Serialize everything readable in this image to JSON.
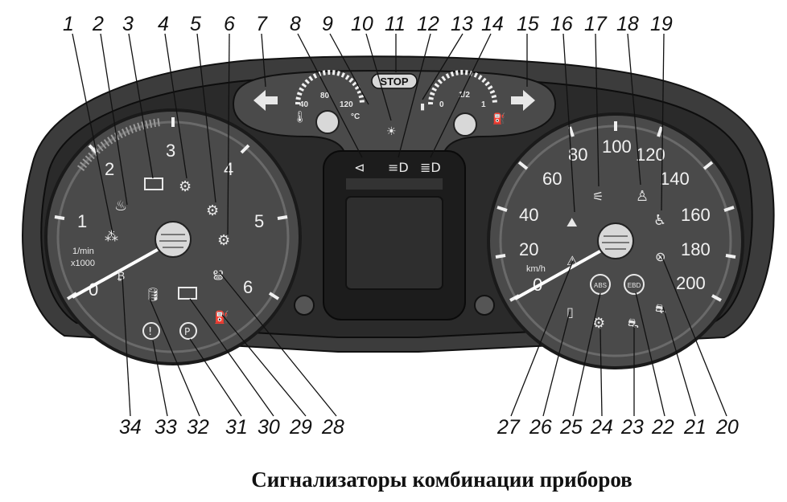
{
  "colors": {
    "panel_outer": "#3a3a3a",
    "panel_inner": "#1e1e1e",
    "dial_face": "#4a4a4a",
    "needle": "#ffffff"
  },
  "callouts": [
    "1",
    "2",
    "3",
    "4",
    "5",
    "6",
    "7",
    "8",
    "9",
    "10",
    "11",
    "12",
    "13",
    "14",
    "15",
    "16",
    "17",
    "18",
    "19",
    "20",
    "21",
    "22",
    "23",
    "24",
    "25",
    "26",
    "27",
    "28",
    "29",
    "30",
    "31",
    "32",
    "33",
    "34"
  ],
  "tachometer": {
    "scale": [
      "0",
      "1",
      "2",
      "3",
      "4",
      "5",
      "6"
    ],
    "unit_line1": "1/min",
    "unit_line2": "x1000"
  },
  "speedometer": {
    "scale": [
      "0",
      "20",
      "40",
      "60",
      "80",
      "100",
      "120",
      "140",
      "160",
      "180",
      "200"
    ],
    "unit": "km/h"
  },
  "temperature_gauge": {
    "marks": [
      "40",
      "80",
      "120"
    ],
    "unit": "°C"
  },
  "fuel_gauge": {
    "marks": [
      "0",
      "1/2",
      "1"
    ]
  },
  "stop_badge": "STOP",
  "abs_label": "ABS",
  "ebd_label": "EBD",
  "caption": "Сигнализаторы комбинации приборов"
}
